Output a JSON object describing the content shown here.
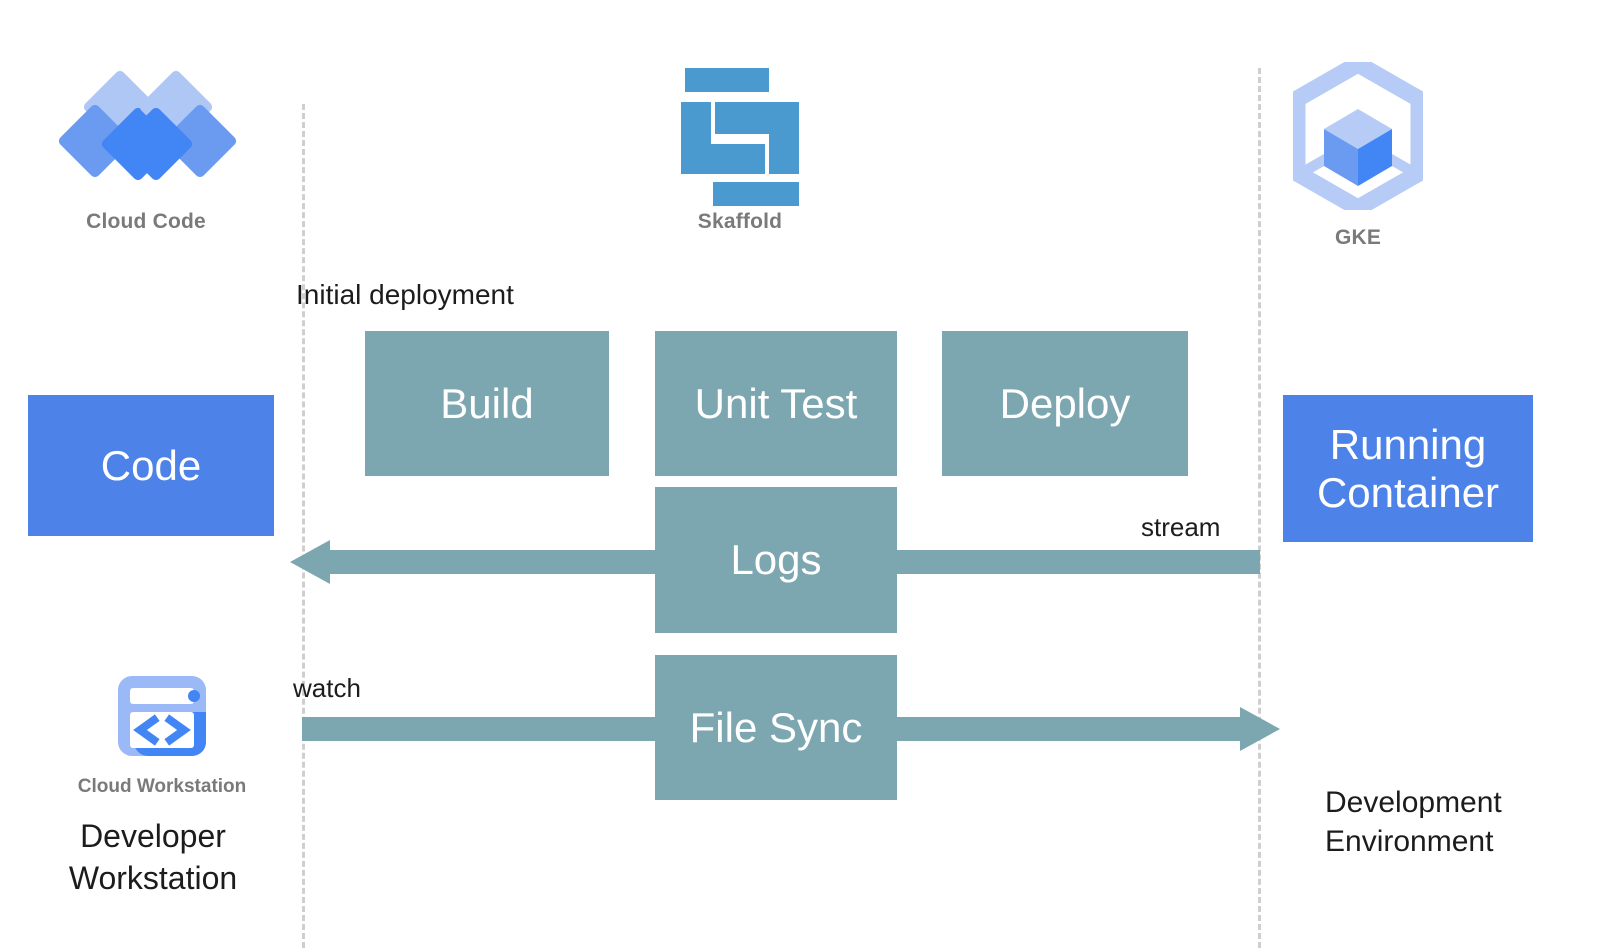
{
  "diagram": {
    "title": "Skaffold development loop with Cloud Code, Cloud Workstation and GKE",
    "colors": {
      "process_box": "#7da7b0",
      "artifact_box": "#4d83e8",
      "skaffold_blue": "#4a9ad0",
      "cloud_code_blue": "#4285f4",
      "divider_gray": "#cfcfcf",
      "caption_gray": "#7a7a7a",
      "text_black": "#1c1c1c"
    }
  },
  "logos": {
    "cloud_code": {
      "caption": "Cloud Code",
      "icon": "cloud-code-diamonds-icon"
    },
    "skaffold": {
      "caption": "Skaffold",
      "icon": "skaffold-s-icon"
    },
    "gke": {
      "caption": "GKE",
      "icon": "gke-hexagon-cube-icon"
    },
    "cloud_workstation": {
      "caption": "Cloud Workstation",
      "icon": "cloud-workstation-browser-code-icon"
    }
  },
  "artifacts": {
    "code": {
      "label": "Code"
    },
    "running_container": {
      "label": "Running\nContainer",
      "line1": "Running",
      "line2": "Container"
    }
  },
  "pipeline": {
    "stages": [
      {
        "label": "Build"
      },
      {
        "label": "Unit Test"
      },
      {
        "label": "Deploy"
      }
    ]
  },
  "flows": [
    {
      "label": "Logs",
      "edge_label": "stream",
      "direction": "left"
    },
    {
      "label": "File Sync",
      "edge_label": "watch",
      "direction": "right"
    }
  ],
  "annotations": {
    "initial_deployment": "Initial deployment",
    "stream": "stream",
    "watch": "watch"
  },
  "lanes": {
    "left": {
      "line1": "Developer",
      "line2": "Workstation"
    },
    "right": {
      "line1": "Development",
      "line2": "Environment"
    }
  }
}
